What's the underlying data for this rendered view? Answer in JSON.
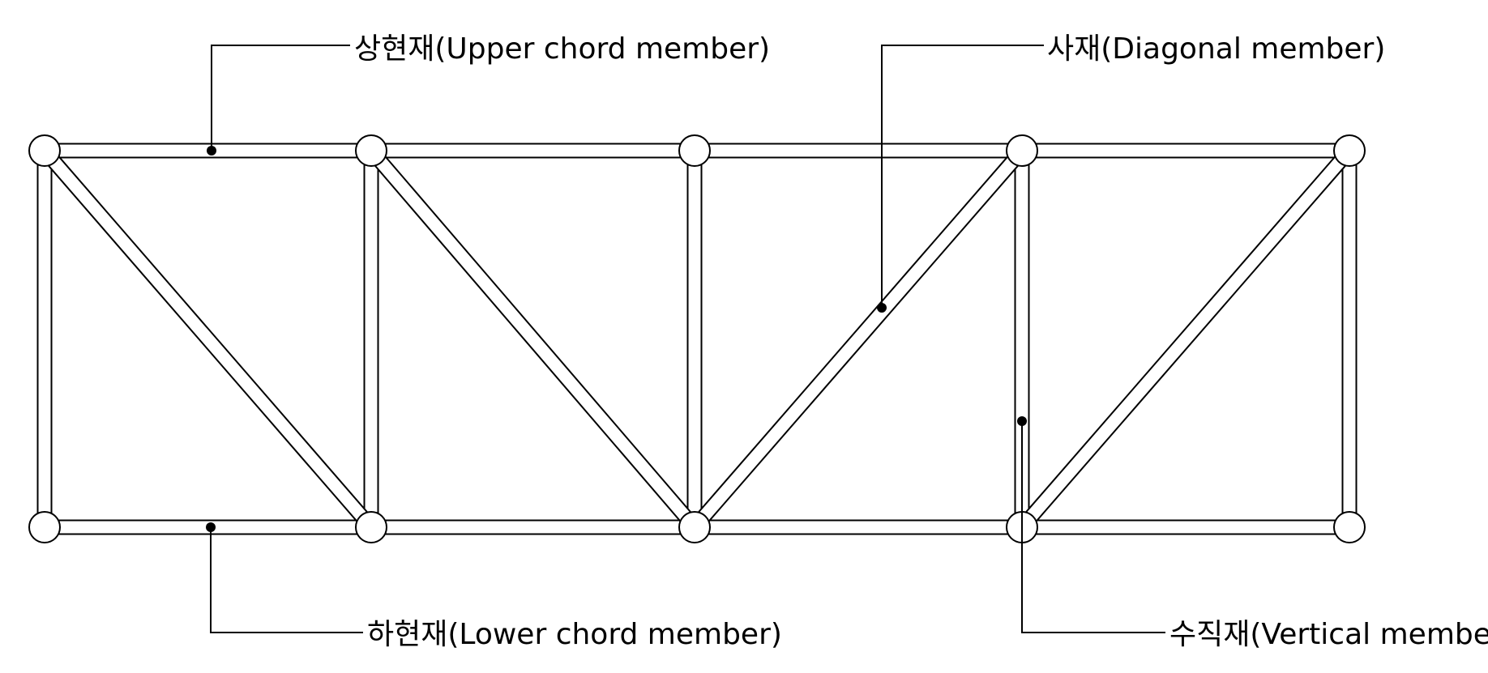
{
  "diagram": {
    "labels": {
      "upper_chord": "상현재(Upper chord member)",
      "diagonal": "사재(Diagonal member)",
      "lower_chord": "하현재(Lower chord member)",
      "vertical": "수직재(Vertical member)"
    },
    "colors": {
      "line": "#000000",
      "member_fill": "#ffffff",
      "background": "#ffffff"
    }
  }
}
